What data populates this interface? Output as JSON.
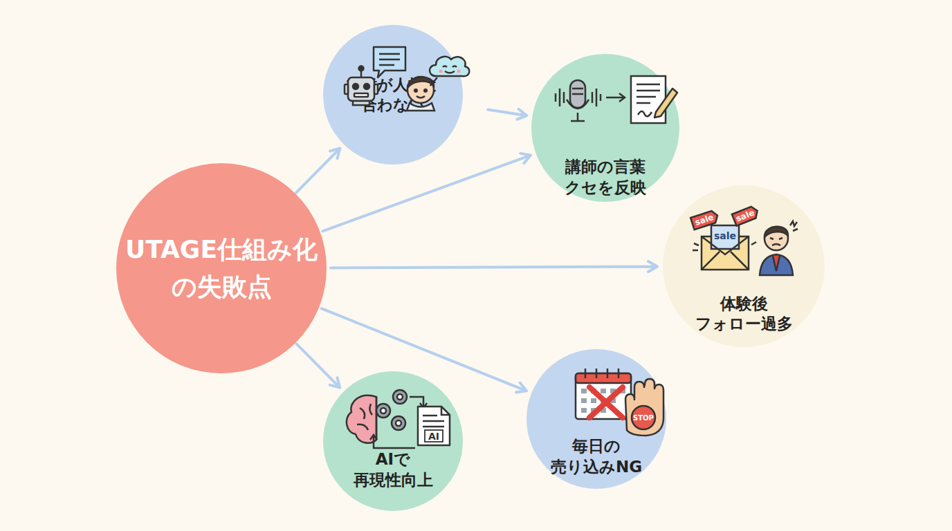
{
  "diagram": {
    "nodes": [
      {
        "text": [
          "UTAGE仕組み化 の失敗点"
        ]
      },
      {
        "text": [
          "文章が人柄と 合わない"
        ]
      },
      {
        "text": [
          "講師の言葉 クセを反映"
        ]
      },
      {
        "text": [
          "体験後 フォロー過多"
        ]
      },
      {
        "text": [
          "AIで 再現性向上"
        ]
      },
      {
        "text": [
          "毎日の 売り込みNG"
        ]
      }
    ],
    "edges": [
      {
        "from": 0,
        "to": 1,
        "arrow": "to"
      },
      {
        "from": 1,
        "to": 2,
        "arrow": "to"
      },
      {
        "from": 0,
        "to": 2,
        "arrow": "to"
      },
      {
        "from": 0,
        "to": 3,
        "arrow": "to"
      },
      {
        "from": 0,
        "to": 5,
        "arrow": "to"
      },
      {
        "from": 0,
        "to": 4,
        "arrow": "to"
      }
    ],
    "labels": [
      "sale",
      "sale",
      "sale",
      "AI",
      "STOP"
    ]
  }
}
